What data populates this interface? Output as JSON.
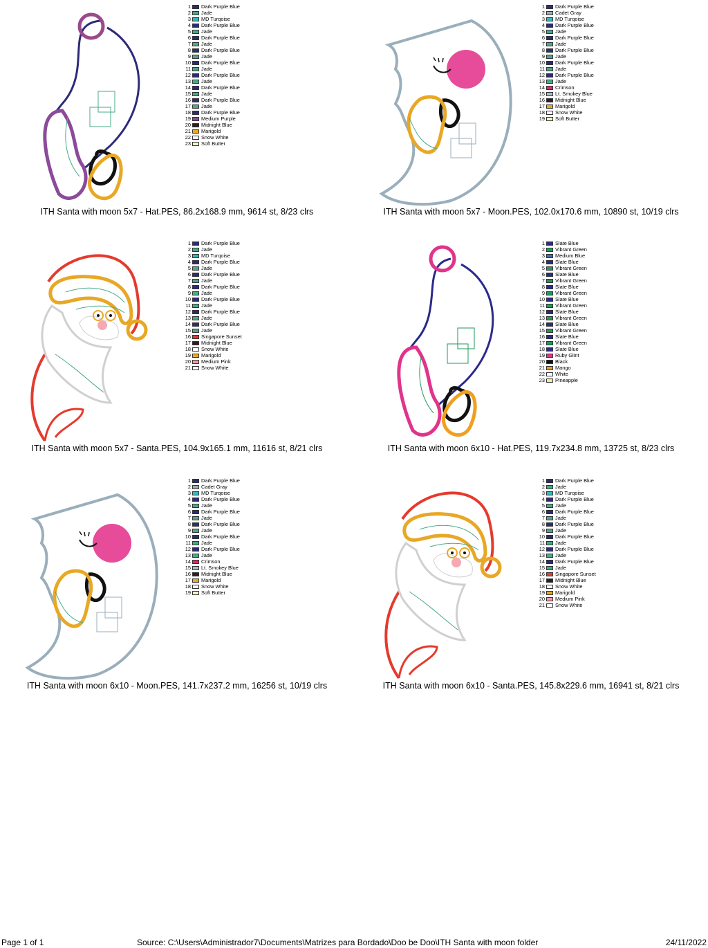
{
  "colors": {
    "Dark Purple Blue": "#2d2a7a",
    "Jade": "#4aa889",
    "MD Turqoise": "#38b6b8",
    "Medium Purple": "#8b4a9a",
    "Midnight Blue": "#2a1e20",
    "Marigold": "#e8a825",
    "Snow White": "#ffffff",
    "Soft Butter": "#fff4c8",
    "Cadet Gray": "#9aaebb",
    "Crimson": "#d92b6d",
    "Lt. Smokey Blue": "#a8bcd0",
    "Singapore Sunset": "#e53a2c",
    "Medium Pink": "#f19aaa",
    "Slate Blue": "#2a2a8a",
    "Vibrant Green": "#1e9a5c",
    "Medium Blue": "#4a6ab0",
    "Ruby Glint": "#e0348c",
    "Black": "#111111",
    "Mango": "#f0a020",
    "White": "#ffffff",
    "Pineapple": "#f6eaa0"
  },
  "designs": [
    {
      "caption": "ITH Santa with moon 5x7 - Hat.PES, 86.2x168.9 mm, 9614 st, 8/23 clrs",
      "art": "hat",
      "stops": [
        "Dark Purple Blue",
        "Jade",
        "MD Turqoise",
        "Dark Purple Blue",
        "Jade",
        "Dark Purple Blue",
        "Jade",
        "Dark Purple Blue",
        "Jade",
        "Dark Purple Blue",
        "Jade",
        "Dark Purple Blue",
        "Jade",
        "Dark Purple Blue",
        "Jade",
        "Dark Purple Blue",
        "Jade",
        "Dark Purple Blue",
        "Medium Purple",
        "Midnight Blue",
        "Marigold",
        "Snow White",
        "Soft Butter"
      ]
    },
    {
      "caption": "ITH Santa with moon 5x7 - Moon.PES, 102.0x170.6 mm, 10890 st, 10/19 clrs",
      "art": "moon",
      "stops": [
        "Dark Purple Blue",
        "Cadet Gray",
        "MD Turqoise",
        "Dark Purple Blue",
        "Jade",
        "Dark Purple Blue",
        "Jade",
        "Dark Purple Blue",
        "Jade",
        "Dark Purple Blue",
        "Jade",
        "Dark Purple Blue",
        "Jade",
        "Crimson",
        "Lt. Smokey Blue",
        "Midnight Blue",
        "Marigold",
        "Snow White",
        "Soft Butter"
      ]
    },
    {
      "caption": "ITH Santa with moon 5x7 - Santa.PES, 104.9x165.1 mm, 11616 st, 8/21 clrs",
      "art": "santa",
      "stops": [
        "Dark Purple Blue",
        "Jade",
        "MD Turqoise",
        "Dark Purple Blue",
        "Jade",
        "Dark Purple Blue",
        "Jade",
        "Dark Purple Blue",
        "Jade",
        "Dark Purple Blue",
        "Jade",
        "Dark Purple Blue",
        "Jade",
        "Dark Purple Blue",
        "Jade",
        "Singapore Sunset",
        "Midnight Blue",
        "Snow White",
        "Marigold",
        "Medium Pink",
        "Snow White"
      ]
    },
    {
      "caption": "ITH Santa with moon 6x10 - Hat.PES, 119.7x234.8 mm, 13725 st, 8/23 clrs",
      "art": "hat2",
      "stops": [
        "Slate Blue",
        "Vibrant Green",
        "Medium Blue",
        "Slate Blue",
        "Vibrant Green",
        "Slate Blue",
        "Vibrant Green",
        "Slate Blue",
        "Vibrant Green",
        "Slate Blue",
        "Vibrant Green",
        "Slate Blue",
        "Vibrant Green",
        "Slate Blue",
        "Vibrant Green",
        "Slate Blue",
        "Vibrant Green",
        "Slate Blue",
        "Ruby Glint",
        "Black",
        "Mango",
        "White",
        "Pineapple"
      ]
    },
    {
      "caption": "ITH Santa with moon 6x10 - Moon.PES, 141.7x237.2 mm, 16256 st, 10/19 clrs",
      "art": "moon",
      "stops": [
        "Dark Purple Blue",
        "Cadet Gray",
        "MD Turqoise",
        "Dark Purple Blue",
        "Jade",
        "Dark Purple Blue",
        "Jade",
        "Dark Purple Blue",
        "Jade",
        "Dark Purple Blue",
        "Jade",
        "Dark Purple Blue",
        "Jade",
        "Crimson",
        "Lt. Smokey Blue",
        "Midnight Blue",
        "Marigold",
        "Snow White",
        "Soft Butter"
      ]
    },
    {
      "caption": "ITH Santa with moon 6x10 - Santa.PES, 145.8x229.6 mm, 16941 st, 8/21 clrs",
      "art": "santa",
      "stops": [
        "Dark Purple Blue",
        "Jade",
        "MD Turqoise",
        "Dark Purple Blue",
        "Jade",
        "Dark Purple Blue",
        "Jade",
        "Dark Purple Blue",
        "Jade",
        "Dark Purple Blue",
        "Jade",
        "Dark Purple Blue",
        "Jade",
        "Dark Purple Blue",
        "Jade",
        "Singapore Sunset",
        "Midnight Blue",
        "Snow White",
        "Marigold",
        "Medium Pink",
        "Snow White"
      ]
    }
  ],
  "footer": {
    "page": "Page 1 of 1",
    "source": "Source: C:\\Users\\Administrador7\\Documents\\Matrizes para Bordado\\Doo be Doo\\ITH Santa with moon folder",
    "date": "24/11/2022"
  }
}
